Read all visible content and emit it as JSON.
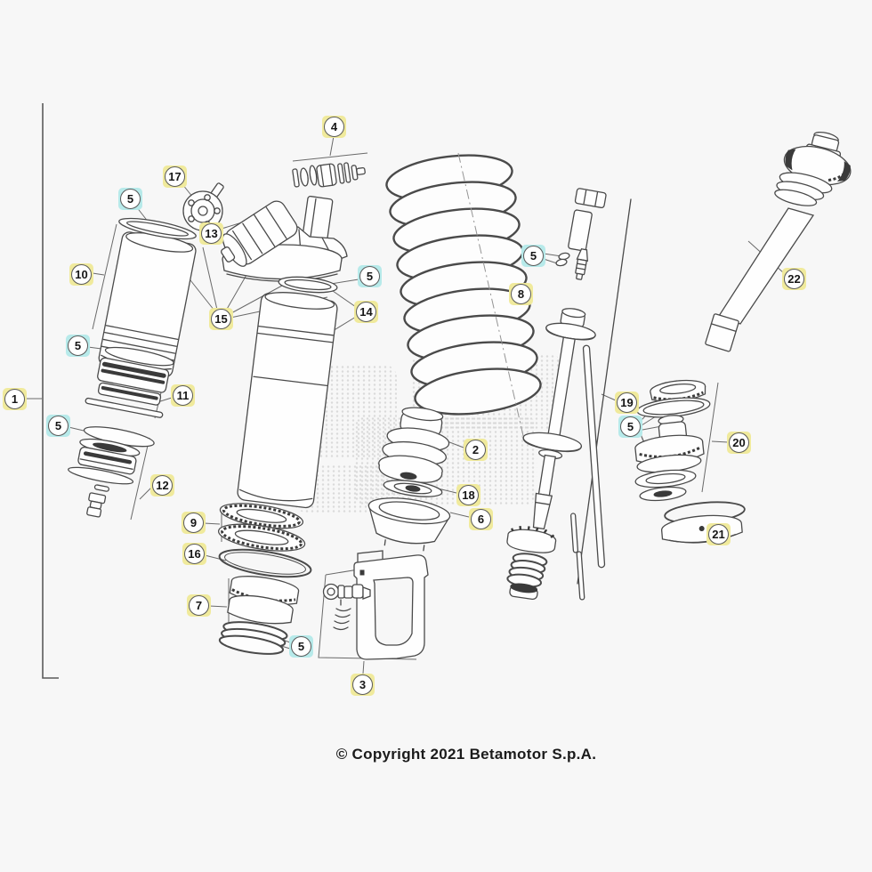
{
  "page": {
    "background": "#f7f7f7",
    "copyright": "© Copyright 2021 Betamotor S.p.A."
  },
  "palette": {
    "callout_highlight_yellow": "#f0ea9c",
    "callout_highlight_cyan": "#b7eaea",
    "line_color": "#4a4a4a"
  },
  "callouts": [
    {
      "label": "1",
      "highlight": "yellow"
    },
    {
      "label": "2",
      "highlight": "yellow"
    },
    {
      "label": "3",
      "highlight": "yellow"
    },
    {
      "label": "4",
      "highlight": "yellow"
    },
    {
      "label": "5",
      "highlight": "cyan"
    },
    {
      "label": "5",
      "highlight": "cyan"
    },
    {
      "label": "5",
      "highlight": "cyan"
    },
    {
      "label": "5",
      "highlight": "cyan"
    },
    {
      "label": "5",
      "highlight": "cyan"
    },
    {
      "label": "5",
      "highlight": "cyan"
    },
    {
      "label": "5",
      "highlight": "cyan"
    },
    {
      "label": "6",
      "highlight": "yellow"
    },
    {
      "label": "7",
      "highlight": "yellow"
    },
    {
      "label": "8",
      "highlight": "yellow"
    },
    {
      "label": "9",
      "highlight": "yellow"
    },
    {
      "label": "10",
      "highlight": "yellow"
    },
    {
      "label": "11",
      "highlight": "yellow"
    },
    {
      "label": "12",
      "highlight": "yellow"
    },
    {
      "label": "13",
      "highlight": "yellow"
    },
    {
      "label": "14",
      "highlight": "yellow"
    },
    {
      "label": "15",
      "highlight": "yellow"
    },
    {
      "label": "16",
      "highlight": "yellow"
    },
    {
      "label": "17",
      "highlight": "yellow"
    },
    {
      "label": "18",
      "highlight": "yellow"
    },
    {
      "label": "19",
      "highlight": "yellow"
    },
    {
      "label": "20",
      "highlight": "yellow"
    },
    {
      "label": "21",
      "highlight": "yellow"
    },
    {
      "label": "22",
      "highlight": "yellow"
    }
  ]
}
